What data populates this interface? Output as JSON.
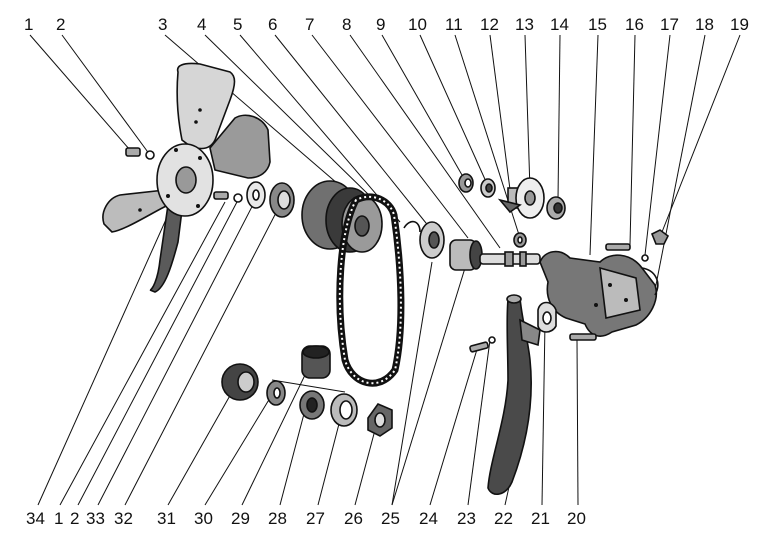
{
  "callouts_top": [
    "1",
    "2",
    "3",
    "4",
    "5",
    "6",
    "7",
    "8",
    "9",
    "10",
    "11",
    "12",
    "13",
    "14",
    "15",
    "16",
    "17",
    "18",
    "19"
  ],
  "callouts_bottom": [
    "34",
    "1",
    "2",
    "33",
    "32",
    "31",
    "30",
    "29",
    "28",
    "27",
    "26",
    "25",
    "24",
    "23",
    "22",
    "21",
    "20"
  ],
  "colors": {
    "ink": "#111111",
    "paper": "#ffffff",
    "shade": "#cfcfcf",
    "dark": "#3a3a3a"
  }
}
